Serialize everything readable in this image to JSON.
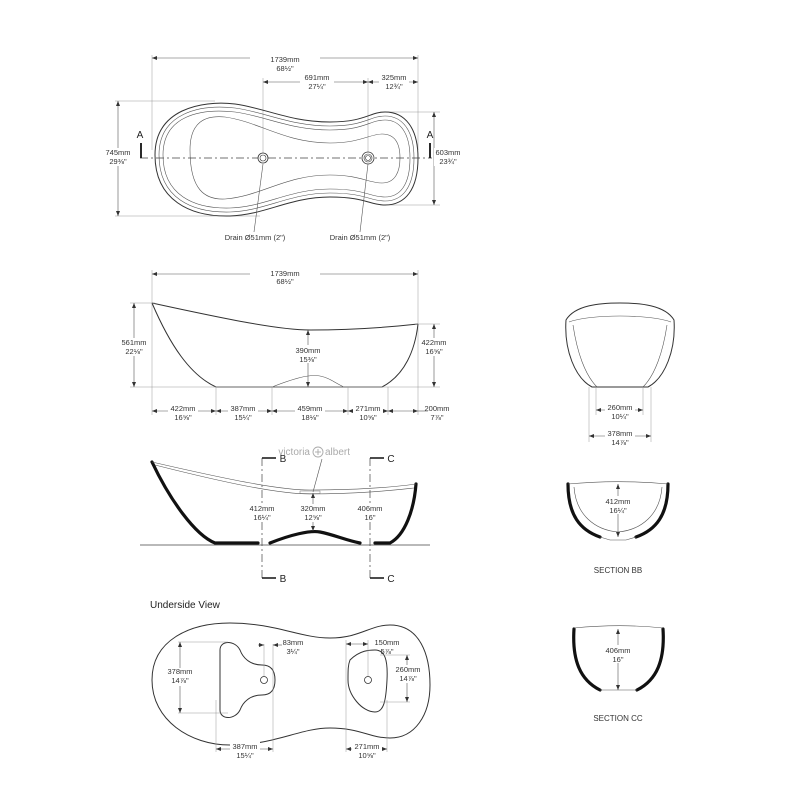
{
  "brand": {
    "left": "victoria",
    "right": "albert",
    "logo_icon": "circle-plus-icon"
  },
  "plan_view": {
    "overall_length": {
      "mm": "1739mm",
      "in": "68½\""
    },
    "drain_spacing": {
      "mm": "691mm",
      "in": "27¼\""
    },
    "drain_to_end": {
      "mm": "325mm",
      "in": "12¾\""
    },
    "overall_width": {
      "mm": "745mm",
      "in": "29⅜\""
    },
    "narrow_width": {
      "mm": "603mm",
      "in": "23¾\""
    },
    "section_marker": "A",
    "drain_left": "Drain Ø51mm (2\")",
    "drain_right": "Drain Ø51mm (2\")"
  },
  "side_view": {
    "overall_length": {
      "mm": "1739mm",
      "in": "68½\""
    },
    "height_high_end": {
      "mm": "561mm",
      "in": "22⅛\""
    },
    "height_low_end": {
      "mm": "422mm",
      "in": "16⅝\""
    },
    "inner_depth": {
      "mm": "390mm",
      "in": "15⅜\""
    },
    "bottom_segments": [
      {
        "mm": "422mm",
        "in": "16⅝\""
      },
      {
        "mm": "387mm",
        "in": "15¼\""
      },
      {
        "mm": "459mm",
        "in": "18⅛\""
      },
      {
        "mm": "271mm",
        "in": "10⅝\""
      },
      {
        "mm": "200mm",
        "in": "7⅞\""
      }
    ]
  },
  "end_view": {
    "foot_inner": {
      "mm": "260mm",
      "in": "10¼\""
    },
    "foot_outer": {
      "mm": "378mm",
      "in": "14⅞\""
    }
  },
  "section_view": {
    "marker_b": "B",
    "marker_c": "C",
    "depth_b": {
      "mm": "412mm",
      "in": "16¼\""
    },
    "depth_mid": {
      "mm": "320mm",
      "in": "12⅝\""
    },
    "depth_c": {
      "mm": "406mm",
      "in": "16\""
    }
  },
  "section_bb": {
    "label": "SECTION BB",
    "depth": {
      "mm": "412mm",
      "in": "16¼\""
    }
  },
  "section_cc": {
    "label": "SECTION CC",
    "depth": {
      "mm": "406mm",
      "in": "16\""
    }
  },
  "underside_view": {
    "title": "Underside View",
    "left_foot_width": {
      "mm": "378mm",
      "in": "14⅞\""
    },
    "left_foot_length": {
      "mm": "387mm",
      "in": "15¼\""
    },
    "left_foot_tab": {
      "mm": "83mm",
      "in": "3¼\""
    },
    "right_foot_offset": {
      "mm": "150mm",
      "in": "5⅞\""
    },
    "right_foot_width": {
      "mm": "260mm",
      "in": "14⅞\""
    },
    "right_foot_length": {
      "mm": "271mm",
      "in": "10⅝\""
    }
  }
}
